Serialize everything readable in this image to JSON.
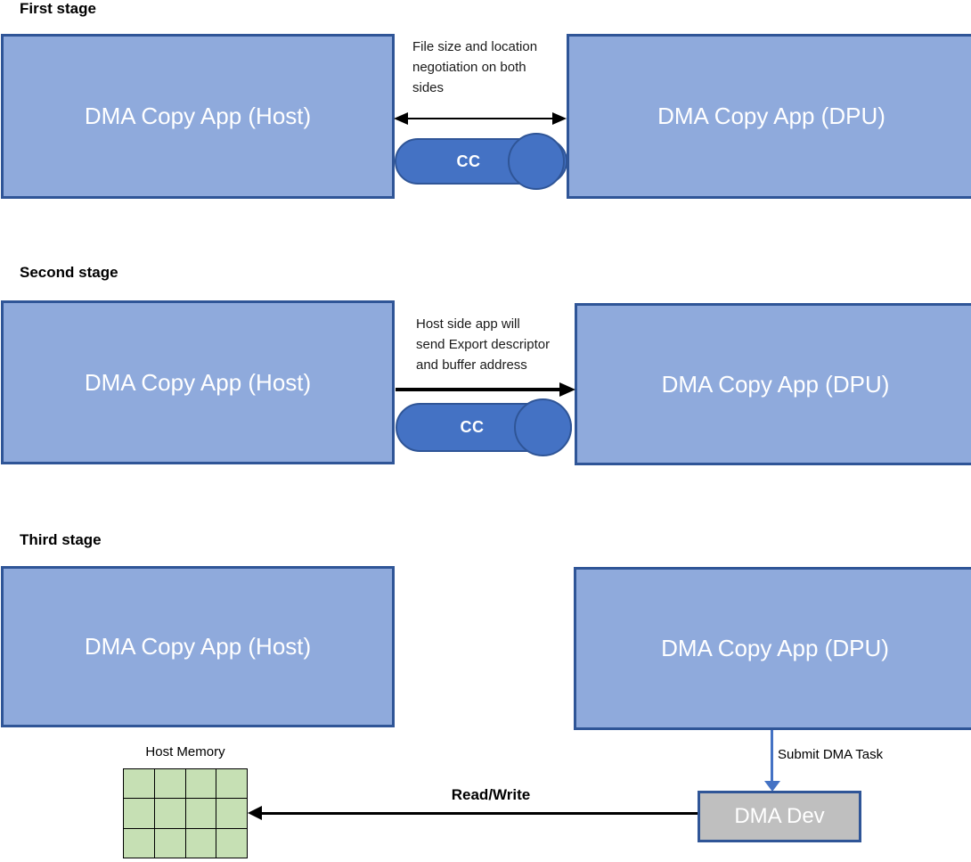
{
  "colors": {
    "app_box_fill": "#8FAADC",
    "app_box_border": "#2F5597",
    "channel_fill": "#4472C4",
    "channel_border": "#2F5597",
    "dma_dev_fill": "#BFBFBF",
    "memory_cell_fill": "#C6E0B4",
    "arrow_black": "#000000",
    "arrow_blue": "#4472C4",
    "box_text": "#FFFFFF"
  },
  "stage1": {
    "title": "First stage",
    "host_box_label": "DMA Copy App (Host)",
    "dpu_box_label": "DMA Copy App (DPU)",
    "annotation": "File size and location\nnegotiation on both\nsides",
    "channel_label": "CC"
  },
  "stage2": {
    "title": "Second stage",
    "host_box_label": "DMA Copy App (Host)",
    "dpu_box_label": "DMA Copy App (DPU)",
    "annotation": "Host side app will\nsend Export descriptor\nand buffer address",
    "channel_label": "CC"
  },
  "stage3": {
    "title": "Third stage",
    "host_box_label": "DMA Copy App (Host)",
    "dpu_box_label": "DMA Copy App (DPU)",
    "submit_task_label": "Submit DMA Task",
    "dma_dev_label": "DMA Dev",
    "read_write_label": "Read/Write",
    "host_memory_label": "Host Memory",
    "memory_grid": {
      "rows": 3,
      "cols": 4
    }
  }
}
